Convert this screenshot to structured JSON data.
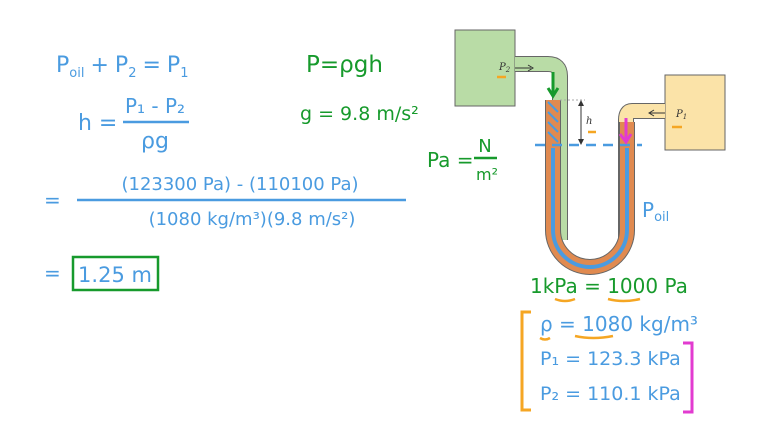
{
  "colors": {
    "blue": "#4a9be0",
    "green": "#179a2c",
    "orange": "#f5a623",
    "magenta": "#e23bd0",
    "tube": "#e08a50",
    "left_box": "#b9dca6",
    "right_box": "#fbe3a8"
  },
  "equations": {
    "balance": {
      "p_oil": "P",
      "oil_sub": "oil",
      "plus": "+",
      "p2": "P",
      "p2_sub": "2",
      "eq": "=",
      "p1": "P",
      "p1_sub": "1"
    },
    "h_formula": {
      "lhs": "h =",
      "numerator": "P₁ - P₂",
      "denominator": "ρg"
    },
    "substitution": {
      "eq": "=",
      "numerator": "(123300 Pa) - (110100 Pa)",
      "denominator": "(1080 kg/m³)(9.8 m/s²)"
    },
    "result": {
      "eq": "=",
      "value": "1.25 m"
    },
    "hydrostatic": "P=ρgh",
    "gravity": "g = 9.8 m/s²",
    "pascal": {
      "lhs": "Pa =",
      "numerator": "N",
      "denominator": "m²"
    }
  },
  "diagram": {
    "p2_label": "P",
    "p2_sub": "2",
    "p1_label": "P",
    "p1_sub": "1",
    "h_label": "h",
    "p_oil_label": "P",
    "p_oil_sub": "oil"
  },
  "givens": {
    "conversion": "1kPa = 1000 Pa",
    "density": "ρ = 1080 kg/m³",
    "p1": "P₁ = 123.3 kPa",
    "p2": "P₂ = 110.1 kPa"
  }
}
